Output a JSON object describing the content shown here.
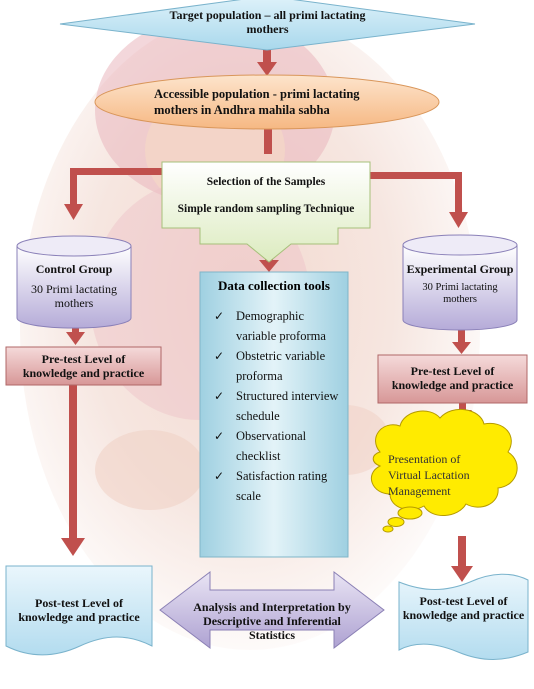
{
  "target_population": {
    "line1": "Target population – all primi lactating",
    "line2": "mothers"
  },
  "accessible_population": {
    "line1": "Accessible population -   primi lactating",
    "line2": "mothers in Andhra mahila sabha"
  },
  "selection": {
    "title": "Selection of the Samples",
    "technique": "Simple random sampling Technique"
  },
  "control_group": {
    "title": "Control Group",
    "line1": "30 Primi lactating",
    "line2": "mothers"
  },
  "experimental_group": {
    "title": "Experimental Group",
    "line1": "30 Primi lactating",
    "line2": "mothers"
  },
  "data_collection": {
    "title": "Data collection tools",
    "items": [
      {
        "line1": "Demographic",
        "line2": "variable proforma"
      },
      {
        "line1": "Obstetric   variable",
        "line2": "proforma"
      },
      {
        "line1": "Structured interview",
        "line2": "schedule"
      },
      {
        "line1": "Observational",
        "line2": "checklist"
      },
      {
        "line1": "Satisfaction rating",
        "line2": "scale"
      }
    ],
    "check_glyph": "✓"
  },
  "pretest_left": {
    "line1": "Pre-test Level of",
    "line2": "knowledge and practice"
  },
  "pretest_right": {
    "line1": "Pre-test Level of",
    "line2": "knowledge and practice"
  },
  "intervention": {
    "line1": "Presentation of",
    "line2": "Virtual Lactation",
    "line3": "Management"
  },
  "posttest_left": {
    "line1": "Post-test Level of",
    "line2": "knowledge and practice"
  },
  "posttest_right": {
    "line1": "Post-test Level of",
    "line2": "knowledge and practice"
  },
  "analysis": {
    "line1": "Analysis and Interpretation by",
    "line2": "Descriptive and Inferential",
    "line3": "Statistics"
  },
  "colors": {
    "arrow": "#c0504d",
    "diamond": "#c6e7f4",
    "oval": "#fbd3b0",
    "selection_box": "#eef6dc",
    "cylinder": "#d8d4ea",
    "pretest": "#e4b8b8",
    "tools_box": "#b7dce8",
    "cloud": "#ffeb00",
    "wave": "#cfeaf7",
    "double_arrow": "#cbc3e0"
  }
}
